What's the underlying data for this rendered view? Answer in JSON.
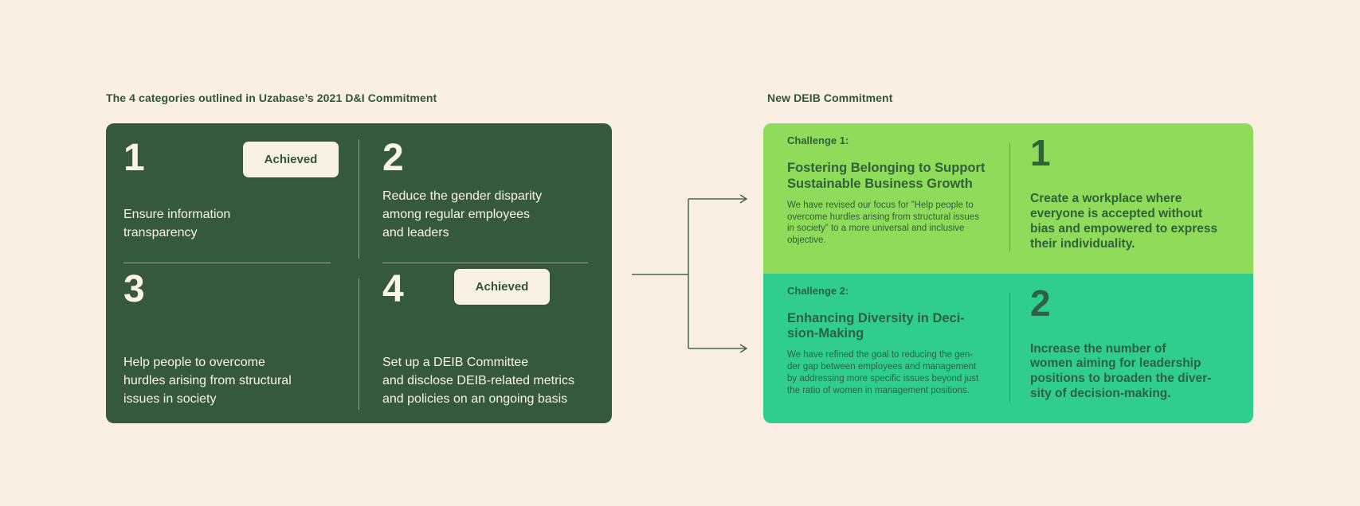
{
  "colors": {
    "page_background": "#F9EFE3",
    "dark_green_box": "#35593D",
    "bright_green_block": "#8EDC5A",
    "teal_green_block": "#2FCE8F",
    "badge_background": "#FAF1E5",
    "heading_text": "#2E5639",
    "arrow": "#44694C"
  },
  "left_panel": {
    "header": "The 4 categories outlined in Uzabase’s 2021 D&I Commitment",
    "items": [
      {
        "number": "1",
        "badge": "Achieved",
        "text": "Ensure information\ntransparency"
      },
      {
        "number": "2",
        "text": "Reduce the gender disparity\namong regular employees\nand leaders"
      },
      {
        "number": "3",
        "text": "Help people to overcome\nhurdles arising from structural\nissues in society"
      },
      {
        "number": "4",
        "badge": "Achieved",
        "text": "Set up a DEIB Committee\nand disclose DEIB-related metrics\nand policies on an ongoing basis"
      }
    ]
  },
  "right_panel": {
    "header": "New DEIB Commitment",
    "challenges": [
      {
        "label": "Challenge 1:",
        "title": "Fostering Belonging to Support\nSustainable Business Growth",
        "description": "We have revised our focus for ”Help people to\novercome hurdles arising from structural issues\nin society” to a more universal and inclusive\nobjective.",
        "number": "1",
        "goal": "Create a workplace where\neveryone is accepted without\nbias and empowered to express\ntheir individuality."
      },
      {
        "label": "Challenge 2:",
        "title": "Enhancing Diversity in Deci-\nsion-Making",
        "description": "We have refined the goal to reducing the gen-\nder gap between employees and management\nby addressing more specific issues beyond just\nthe ratio of women in management positions.",
        "number": "2",
        "goal": "Increase the number of\nwomen aiming for leadership\npositions to broaden the diver-\nsity of decision-making."
      }
    ]
  }
}
